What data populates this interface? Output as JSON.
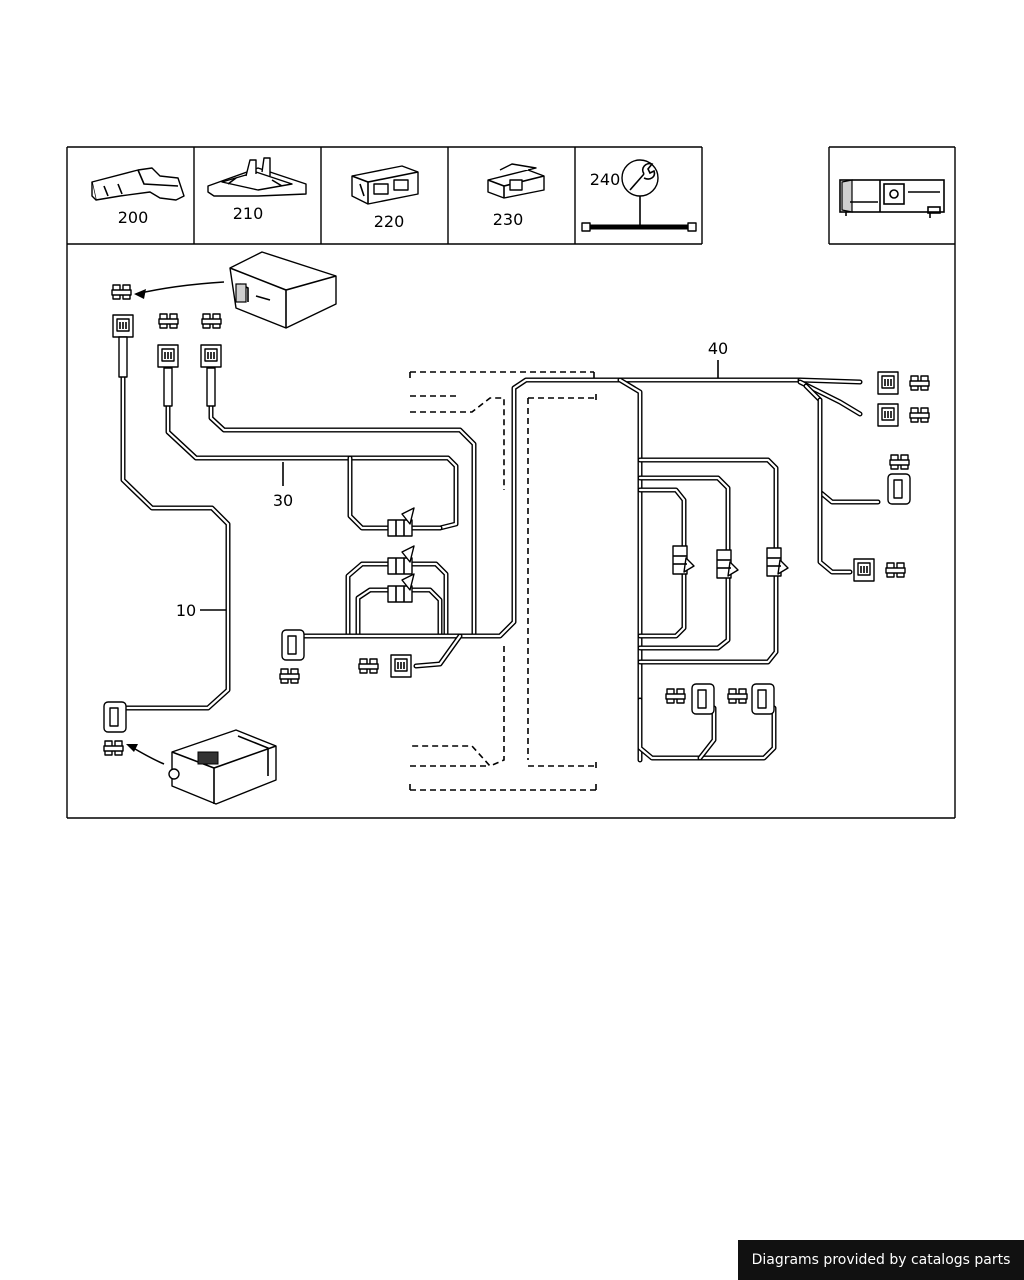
{
  "parts_header": [
    {
      "number": "200",
      "icon": "bracket-cover-icon"
    },
    {
      "number": "210",
      "icon": "mounting-frame-icon"
    },
    {
      "number": "220",
      "icon": "connector-housing-icon"
    },
    {
      "number": "230",
      "icon": "small-connector-icon"
    },
    {
      "number": "240",
      "icon": "wrench-icon"
    }
  ],
  "callouts": {
    "harness_10": "10",
    "harness_30": "30",
    "harness_40": "40"
  },
  "footer": {
    "credit": "Diagrams provided by catalogs parts"
  },
  "colors": {
    "line": "#000000",
    "background": "#ffffff",
    "credit_background": "#111111",
    "credit_text": "#ffffff"
  }
}
